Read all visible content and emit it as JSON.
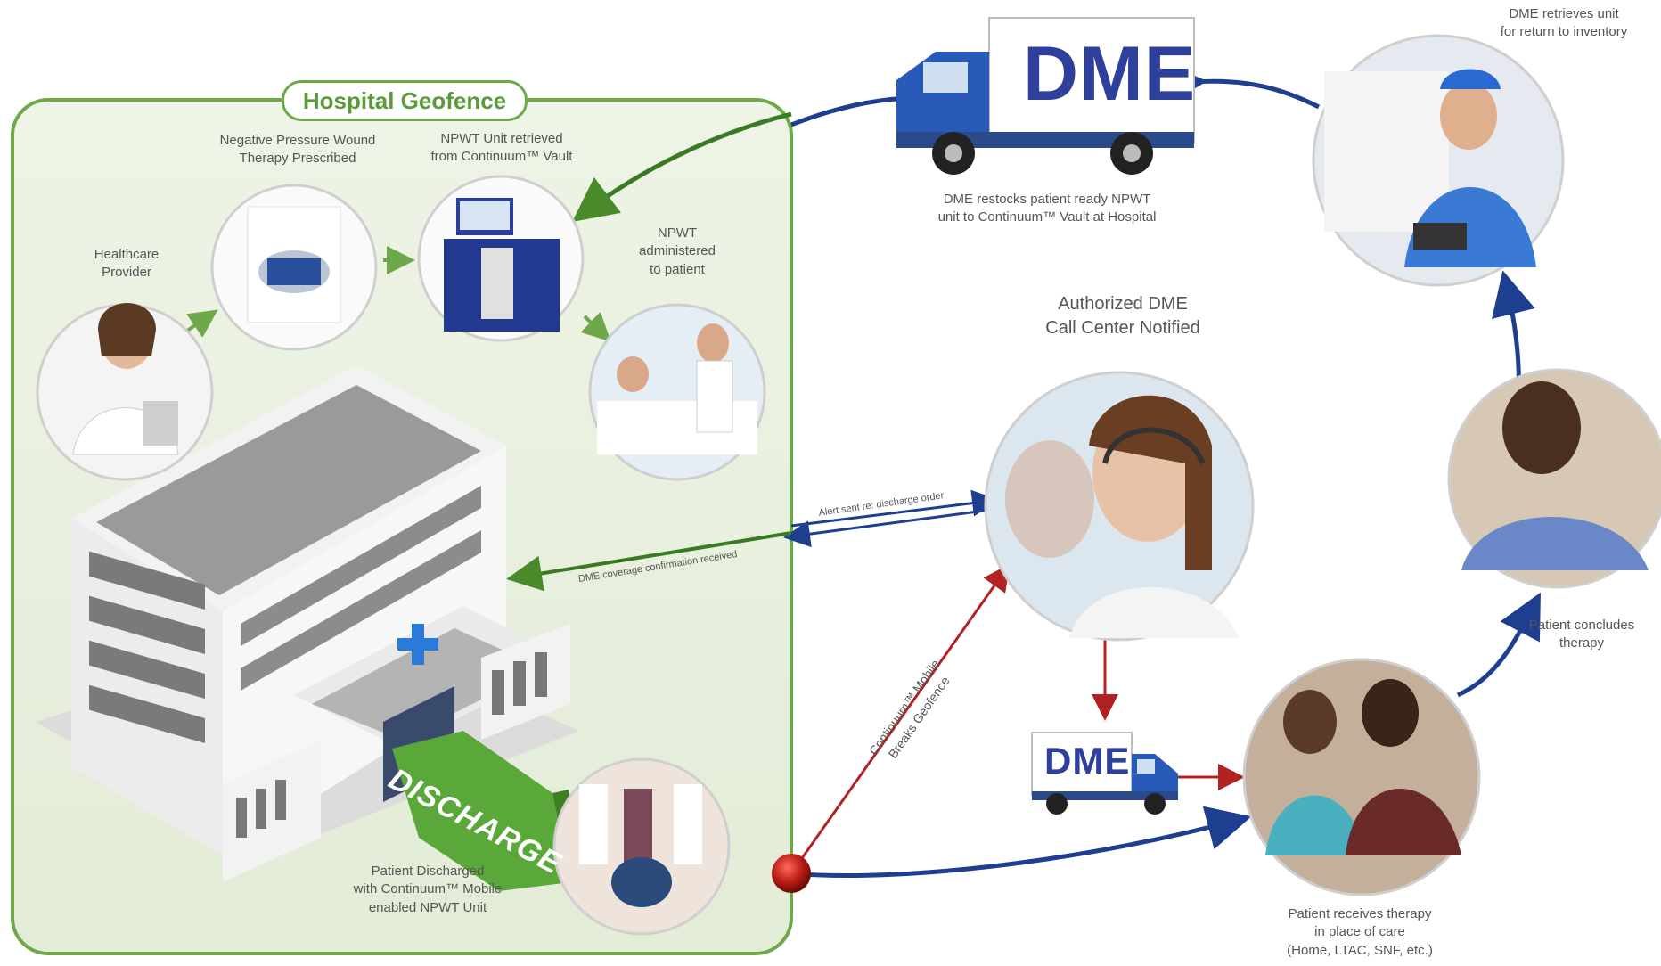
{
  "geofence": {
    "title": "Hospital Geofence"
  },
  "labels": {
    "healthcare_provider": [
      "Healthcare",
      "Provider"
    ],
    "npwt_prescribed": [
      "Negative Pressure Wound",
      "Therapy Prescribed"
    ],
    "npwt_retrieved": [
      "NPWT Unit retrieved",
      "from Continuum™ Vault"
    ],
    "npwt_administered": [
      "NPWT",
      "administered",
      "to patient"
    ],
    "dme_restocks": [
      "DME restocks patient ready NPWT",
      "unit to Continuum™ Vault at Hospital"
    ],
    "dme_retrieves": [
      "DME retrieves unit",
      "for return to inventory"
    ],
    "call_center": [
      "Authorized DME",
      "Call Center Notified"
    ],
    "patient_concludes": [
      "Patient concludes",
      "therapy"
    ],
    "patient_receives": [
      "Patient receives therapy",
      "in place of care",
      "(Home, LTAC, SNF, etc.)"
    ],
    "patient_discharged": [
      "Patient Discharged",
      "with Continuum™ Mobile",
      "enabled NPWT Unit"
    ]
  },
  "arrows": {
    "alert": "Alert sent re: discharge order",
    "coverage": "DME coverage confirmation received",
    "breaks_geofence": [
      "Continuum™ Mobile",
      "Breaks Geofence"
    ]
  },
  "truck_labels": {
    "large": "DME",
    "small": "DME"
  },
  "discharge_banner": "DISCHARGE",
  "colors": {
    "geofence_green": "#6fa84a",
    "flow_blue": "#1e3f8f",
    "alert_red": "#b22222",
    "dme_blue": "#2f3f9c"
  }
}
